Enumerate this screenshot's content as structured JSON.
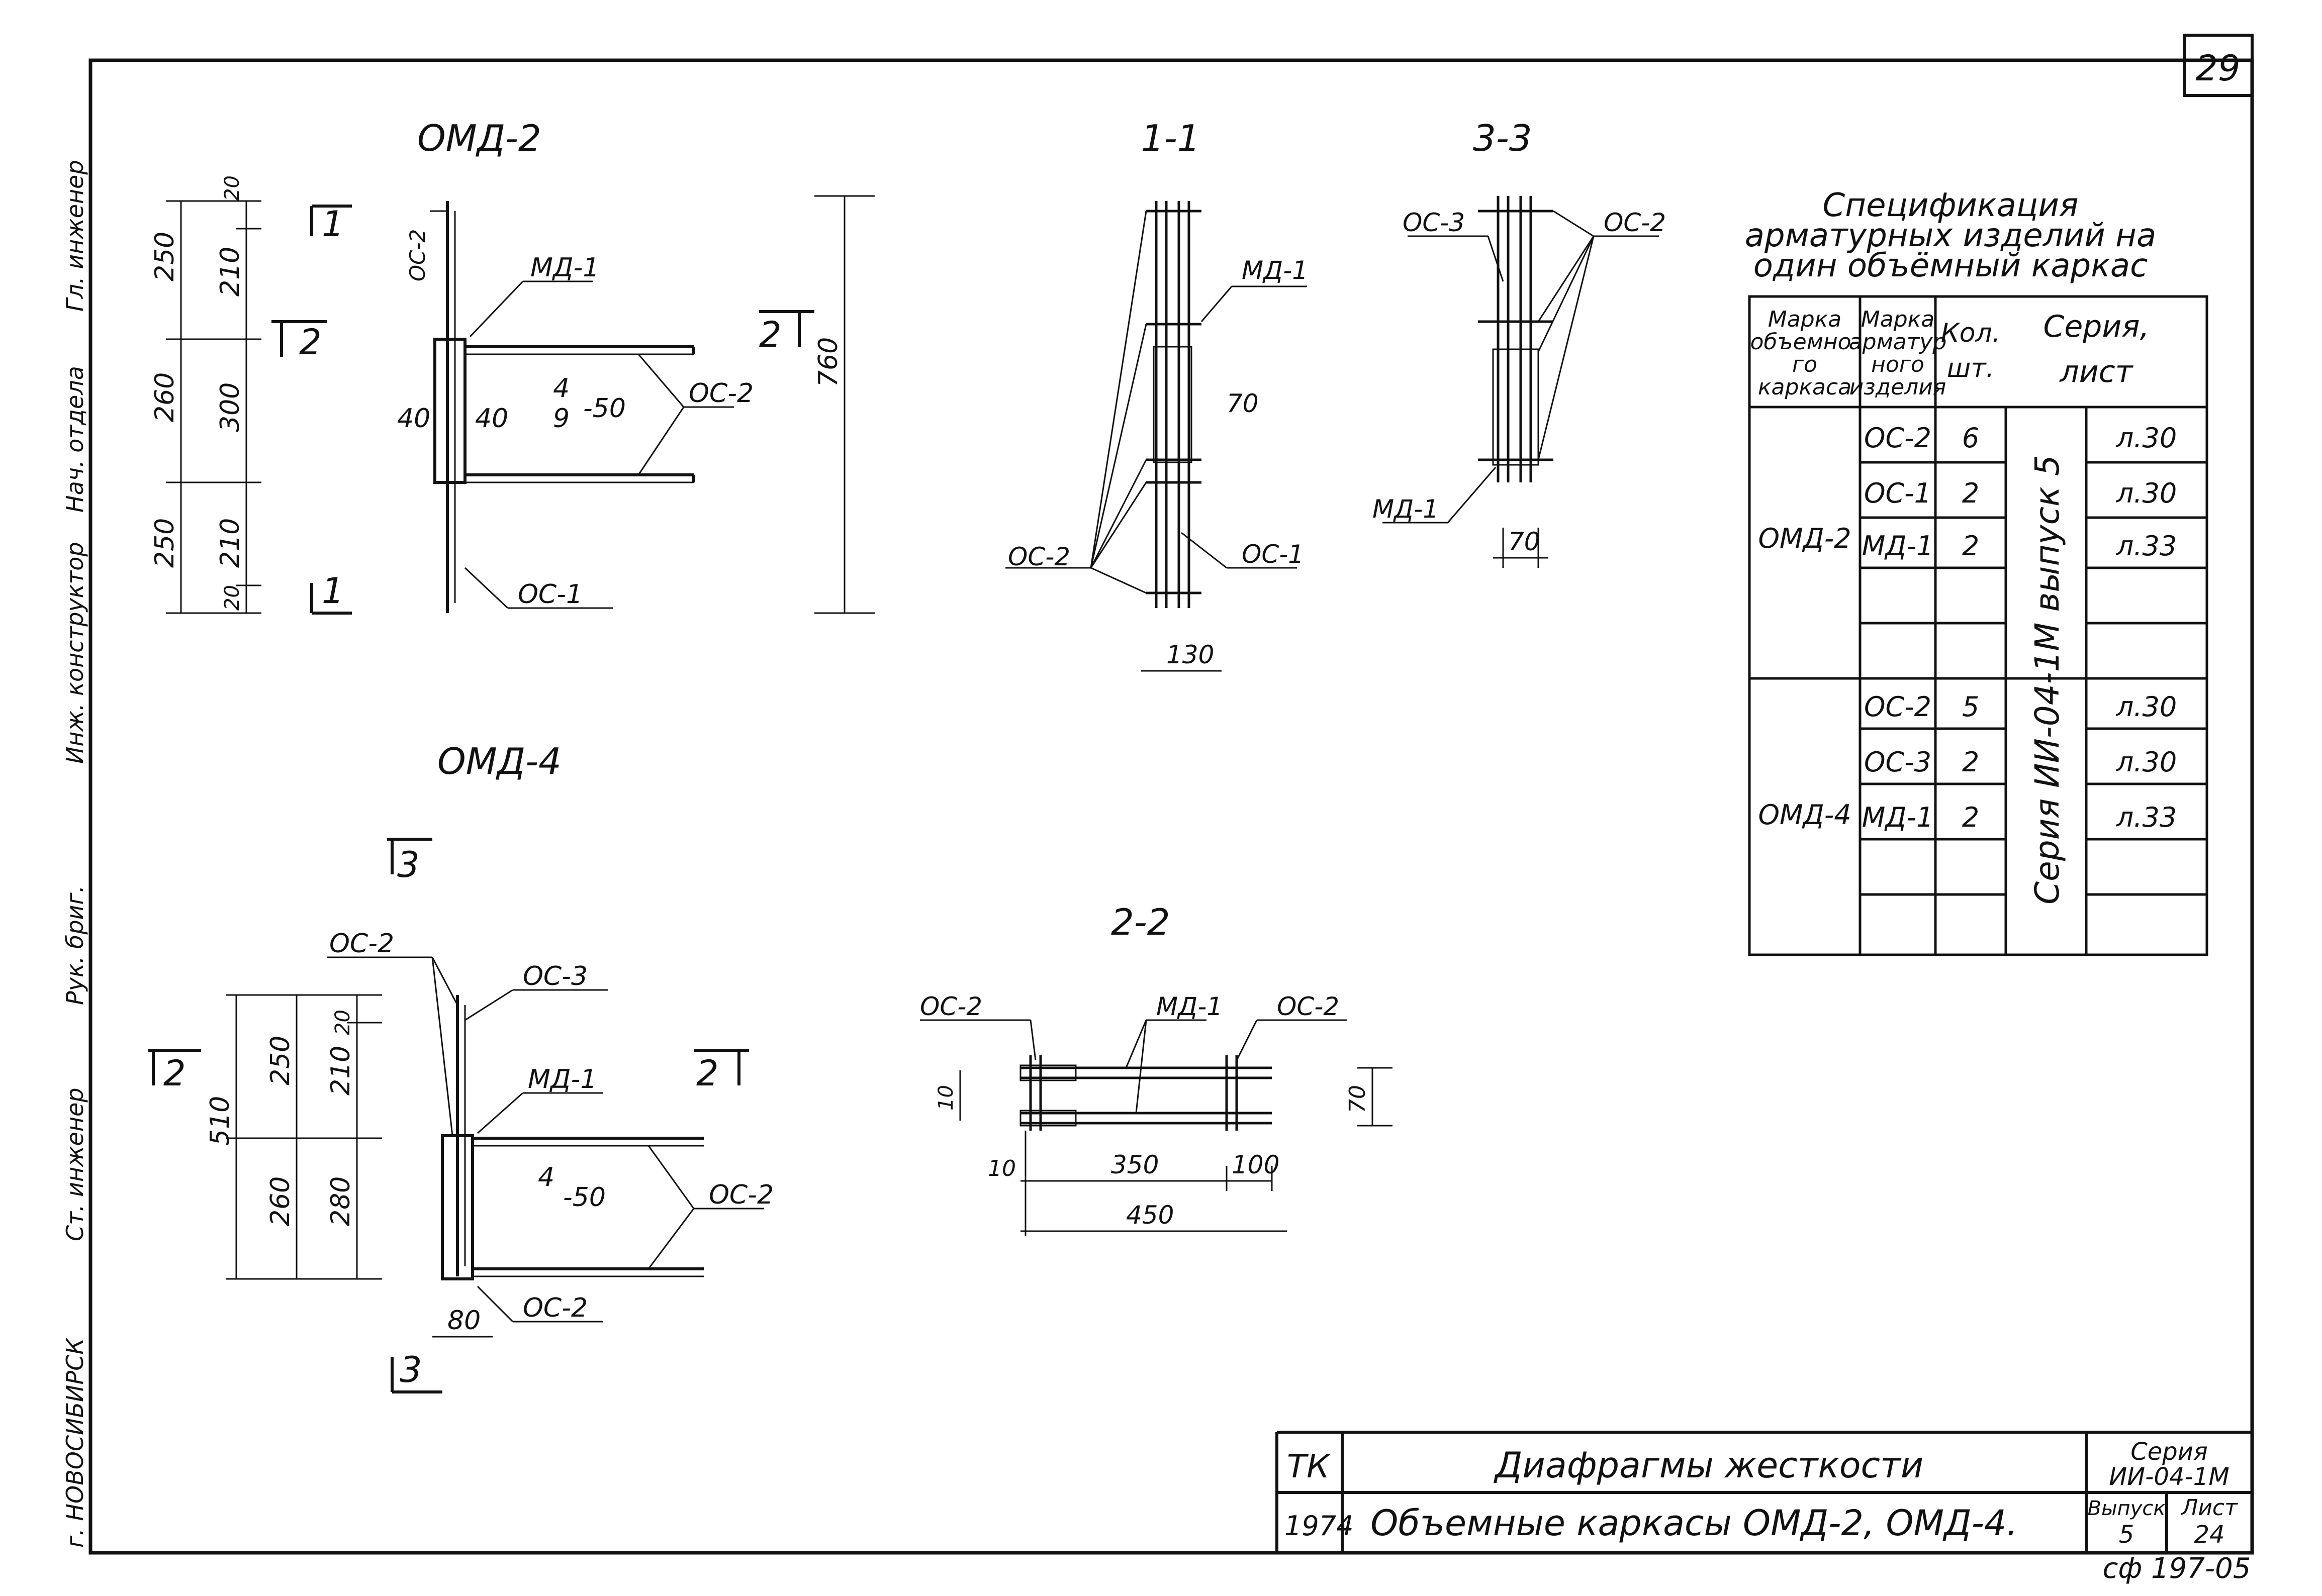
{
  "sheet": {
    "page_number": "29",
    "copy_code": "сф 197-05",
    "left_strip": {
      "city": "г. НОВОСИБИРСК",
      "role_1": "Ст. инженер",
      "role_2": "Рук. бриг.",
      "role_3": "Инж. конструктор",
      "role_4": "Нач. отдела",
      "role_5": "Гл. инженер"
    }
  },
  "views": {
    "omd2": {
      "title": "ОМД-2",
      "dims": [
        "250",
        "260",
        "250",
        "210",
        "300",
        "210",
        "20",
        "20",
        "40",
        "40"
      ],
      "mesh_note_num": "4",
      "mesh_note_den": "9",
      "mesh_note_step": "-50",
      "labels": {
        "os2_top": "ОС-2",
        "md1": "МД-1",
        "os2_right": "ОС-2",
        "os1": "ОС-1"
      },
      "section_marks": {
        "s1_top": "1",
        "s1_bottom": "1",
        "s2_left": "2",
        "s2_right": "2"
      },
      "height_dim": "760"
    },
    "sec11": {
      "title": "1-1",
      "labels": {
        "md1": "МД-1",
        "os2": "ОС-2",
        "os1": "ОС-1"
      },
      "dims": {
        "gap": "70",
        "width": "130"
      }
    },
    "sec33": {
      "title": "3-3",
      "labels": {
        "os3": "ОС-3",
        "os2": "ОС-2",
        "md1": "МД-1"
      },
      "dims": {
        "width": "70"
      }
    },
    "omd4": {
      "title": "ОМД-4",
      "dims": [
        "510",
        "250",
        "260",
        "210",
        "280",
        "20"
      ],
      "mesh_note_num": "4",
      "mesh_note_step": "-50",
      "width_dim": "80",
      "labels": {
        "os2_top": "ОС-2",
        "os3": "ОС-3",
        "md1": "МД-1",
        "os2_right": "ОС-2",
        "os2_bottom": "ОС-2"
      },
      "section_marks": {
        "s3_top": "3",
        "s3_bottom": "3",
        "s2_left": "2",
        "s2_right": "2"
      }
    },
    "sec22": {
      "title": "2-2",
      "labels": {
        "os2_left": "ОС-2",
        "md1": "МД-1",
        "os2_right": "ОС-2"
      },
      "dims": {
        "d10a": "10",
        "d10b": "10",
        "d350": "350",
        "d100": "100",
        "d450": "450",
        "d70": "70"
      }
    }
  },
  "spec_table": {
    "title_1": "Спецификация",
    "title_2": "арматурных изделий на",
    "title_3": "один объёмный каркас",
    "headers": {
      "col1": [
        "Марка",
        "объемно-",
        "го",
        "каркаса"
      ],
      "col2": [
        "Марка",
        "арматур",
        "ного",
        "изделия"
      ],
      "col3": [
        "Кол.",
        "шт."
      ],
      "col4": [
        "Серия,",
        "лист"
      ]
    },
    "series_vertical": "Серия ИИ-04-1М выпуск 5",
    "groups": [
      {
        "frame": "ОМД-2",
        "rows": [
          {
            "mark": "ОС-2",
            "qty": "6",
            "sheet": "л.30"
          },
          {
            "mark": "ОС-1",
            "qty": "2",
            "sheet": "л.30"
          },
          {
            "mark": "МД-1",
            "qty": "2",
            "sheet": "л.33"
          }
        ]
      },
      {
        "frame": "ОМД-4",
        "rows": [
          {
            "mark": "ОС-2",
            "qty": "5",
            "sheet": "л.30"
          },
          {
            "mark": "ОС-3",
            "qty": "2",
            "sheet": "л.30"
          },
          {
            "mark": "МД-1",
            "qty": "2",
            "sheet": "л.33"
          }
        ]
      }
    ]
  },
  "title_block": {
    "org": "ТК",
    "year": "1974",
    "title_1": "Диафрагмы жесткости",
    "title_2": "Объемные каркасы ОМД-2, ОМД-4.",
    "series_label": "Серия",
    "series_value": "ИИ-04-1М",
    "issue_label": "Выпуск",
    "issue_value": "5",
    "sheet_label": "Лист",
    "sheet_value": "24"
  }
}
